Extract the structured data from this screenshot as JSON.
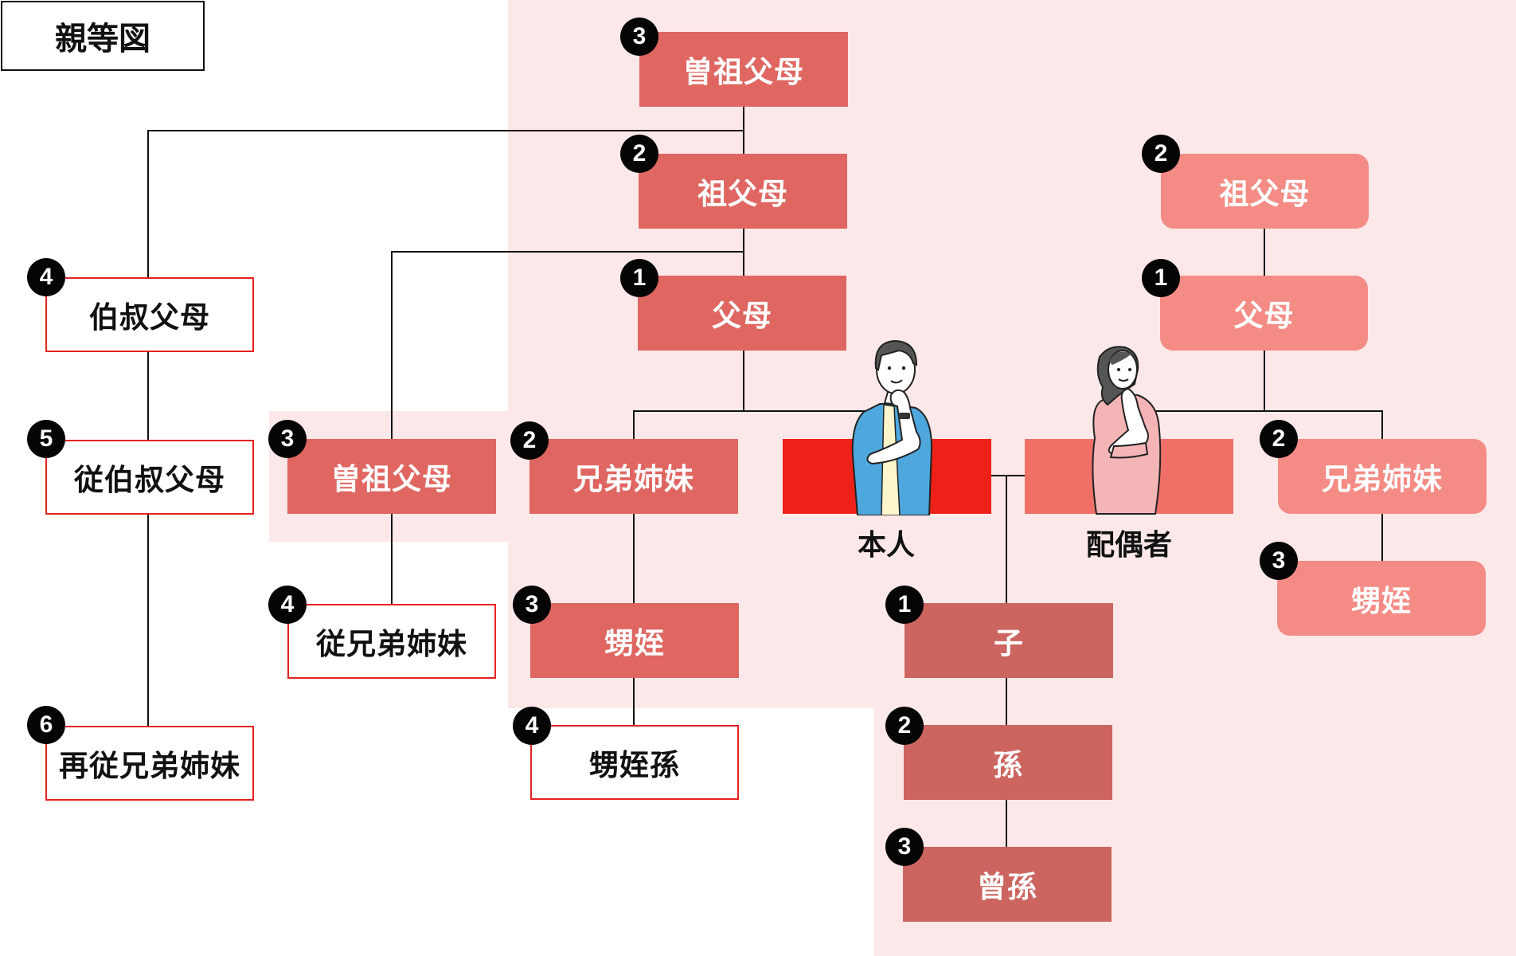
{
  "title": "親等図",
  "colors": {
    "background_zone": "#fce8e9",
    "blood_relative": "#df6661",
    "self": "#ee2118",
    "spouse": "#f07068",
    "spouse_relative": "#f48c85",
    "descendant": "#cc6560",
    "outside_outline": "#e62222",
    "badge": "#050505"
  },
  "self": {
    "label": "本人",
    "figure": "man-thinking-illustration"
  },
  "spouse": {
    "label": "配偶者",
    "figure": "woman-thinking-illustration"
  },
  "nodes": {
    "great_grandparents": {
      "label": "曽祖父母",
      "degree": "3"
    },
    "grandparents": {
      "label": "祖父母",
      "degree": "2"
    },
    "parents": {
      "label": "父母",
      "degree": "1"
    },
    "siblings": {
      "label": "兄弟姉妹",
      "degree": "2"
    },
    "nephews_nieces": {
      "label": "甥姪",
      "degree": "3"
    },
    "grandnephews": {
      "label": "甥姪孫",
      "degree": "4"
    },
    "uncles_aunts_great": {
      "label": "曽祖父母",
      "degree": "3"
    },
    "cousins": {
      "label": "従兄弟姉妹",
      "degree": "4"
    },
    "uncles_aunts": {
      "label": "伯叔父母",
      "degree": "4"
    },
    "first_cousins_once_removed": {
      "label": "従伯叔父母",
      "degree": "5"
    },
    "second_cousins": {
      "label": "再従兄弟姉妹",
      "degree": "6"
    },
    "children": {
      "label": "子",
      "degree": "1"
    },
    "grandchildren": {
      "label": "孫",
      "degree": "2"
    },
    "great_grandchildren": {
      "label": "曾孫",
      "degree": "3"
    },
    "spouse_grandparents": {
      "label": "祖父母",
      "degree": "2"
    },
    "spouse_parents": {
      "label": "父母",
      "degree": "1"
    },
    "spouse_siblings": {
      "label": "兄弟姉妹",
      "degree": "2"
    },
    "spouse_nephews_nieces": {
      "label": "甥姪",
      "degree": "3"
    }
  }
}
